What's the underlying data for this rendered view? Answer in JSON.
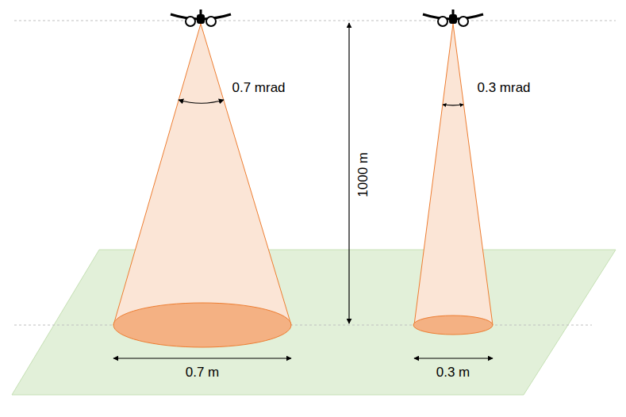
{
  "diagram": {
    "labels": [
      "0.7 mrad",
      "0.3 mrad",
      "1000 m",
      "0.7 m",
      "0.3 m"
    ]
  }
}
